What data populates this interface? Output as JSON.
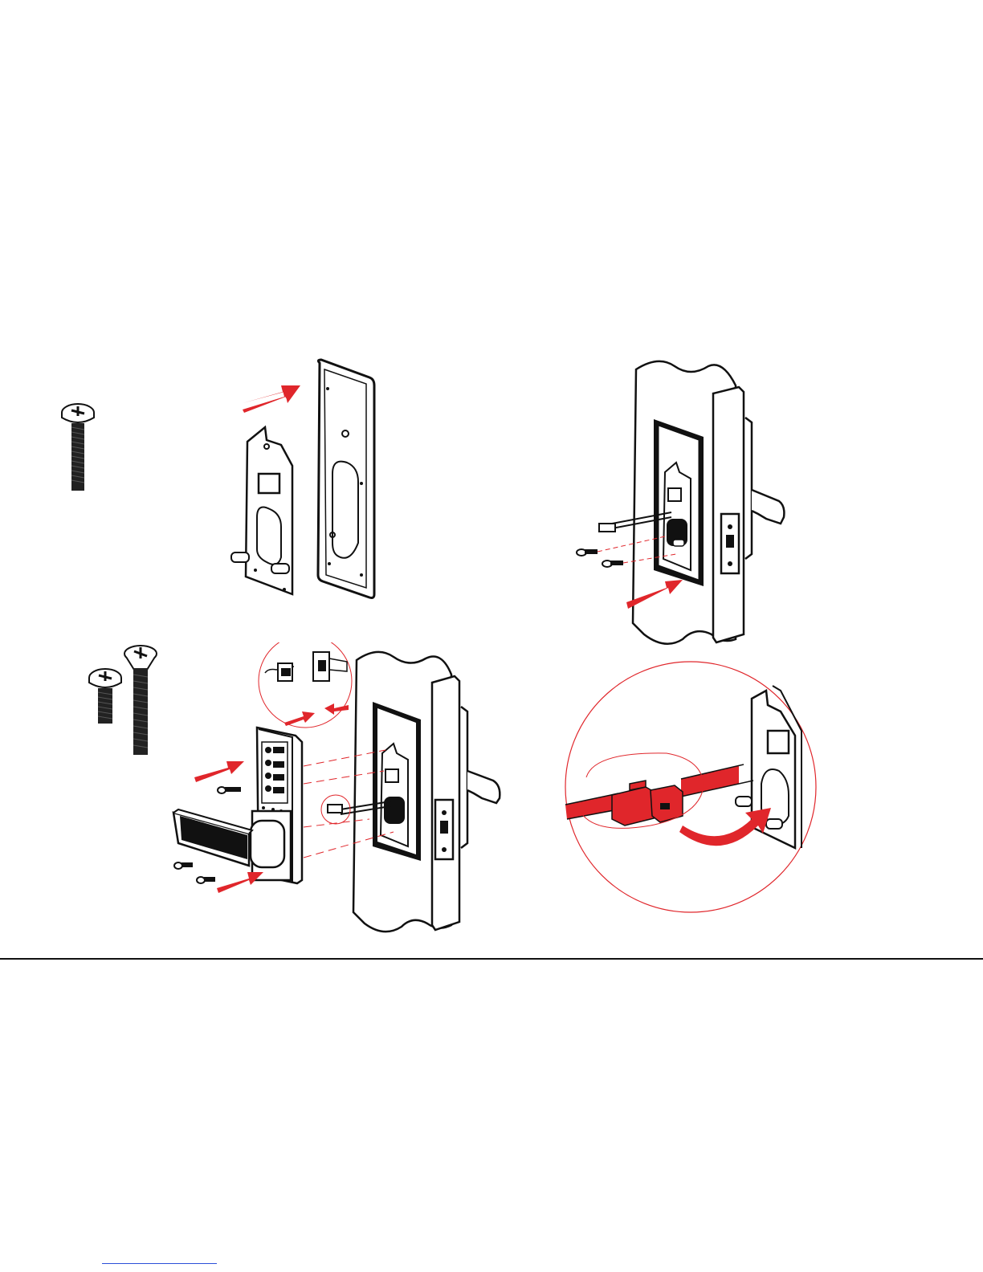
{
  "page": {
    "type": "installation-instructions-illustration",
    "colors": {
      "ink": "#111111",
      "accent": "#e0262b",
      "paper": "#ffffff",
      "link": "#2b4fd8"
    }
  },
  "steps": [
    {
      "id": "step-1",
      "icons": [
        "long-screw-icon",
        "red-arrow-icon",
        "mounting-plate-icon",
        "gasket-icon"
      ]
    },
    {
      "id": "step-2",
      "icons": [
        "door-edge-icon",
        "cable-icon",
        "screw-icon",
        "red-arrow-icon"
      ]
    },
    {
      "id": "step-3",
      "icons": [
        "short-screw-icon",
        "flat-head-screw-icon",
        "keypad-lock-icon",
        "lever-handle-icon",
        "connector-detail-icon"
      ]
    },
    {
      "id": "step-4",
      "icons": [
        "connector-zoom-icon",
        "curved-arrow-icon",
        "red-cable-icon"
      ]
    }
  ]
}
